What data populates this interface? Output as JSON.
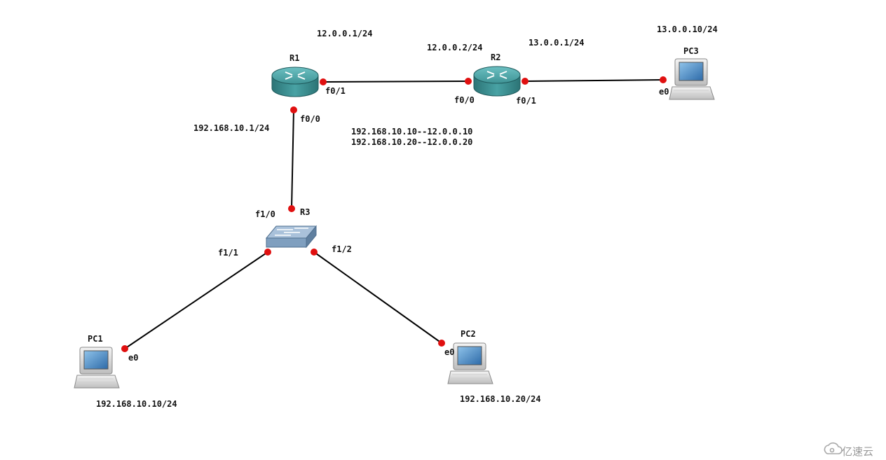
{
  "devices": {
    "r1": "R1",
    "r2": "R2",
    "r3": "R3",
    "pc1": "PC1",
    "pc2": "PC2",
    "pc3": "PC3"
  },
  "interfaces": {
    "r1_f01": "f0/1",
    "r1_f00": "f0/0",
    "r2_f00": "f0/0",
    "r2_f01": "f0/1",
    "r3_f10": "f1/0",
    "r3_f11": "f1/1",
    "r3_f12": "f1/2",
    "pc1_e0": "e0",
    "pc2_e0": "e0",
    "pc3_e0": "e0"
  },
  "addresses": {
    "r1_f01": "12.0.0.1/24",
    "r2_f00": "12.0.0.2/24",
    "r2_f01": "13.0.0.1/24",
    "pc3": "13.0.0.10/24",
    "r1_f00": "192.168.10.1/24",
    "pc1": "192.168.10.10/24",
    "pc2": "192.168.10.20/24"
  },
  "nat": {
    "line1": "192.168.10.10--12.0.0.10",
    "line2": "192.168.10.20--12.0.0.20"
  },
  "watermark": {
    "text": "亿速云"
  },
  "colors": {
    "link": "#000000",
    "port": "#e01010",
    "router": "#3f9496",
    "switch": "#7f9fbf",
    "screen": "#3f7fbf"
  }
}
